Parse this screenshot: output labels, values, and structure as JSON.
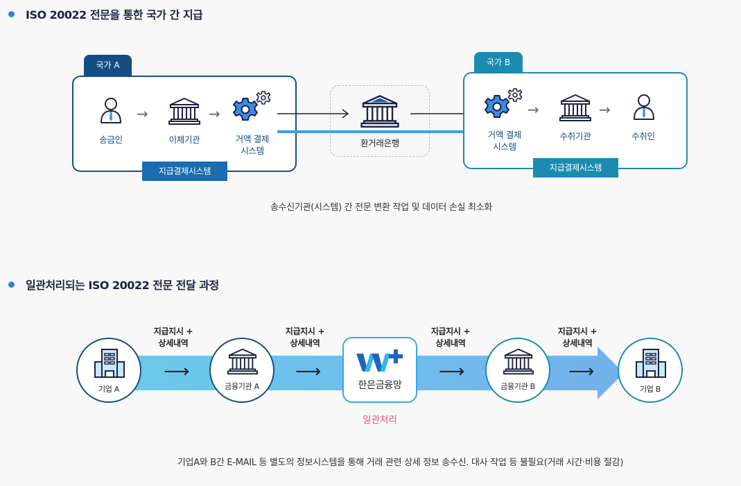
{
  "section1": {
    "title": "ISO 20022 전문을 통한 국가 간 지급",
    "country_a": {
      "tab": "국가 A",
      "nodes": [
        {
          "icon": "person-icon",
          "label": "송금인"
        },
        {
          "icon": "bank-icon",
          "label": "이체기관"
        },
        {
          "icon": "gears-icon",
          "label_line1": "거액 결제",
          "label_line2": "시스템"
        }
      ],
      "system_label": "지급결제시스템"
    },
    "middle": {
      "icon": "bank-icon",
      "label": "환거래은행"
    },
    "country_b": {
      "tab": "국가 B",
      "nodes": [
        {
          "icon": "gears-icon",
          "label_line1": "거액 결제",
          "label_line2": "시스템"
        },
        {
          "icon": "bank-icon",
          "label": "수취기관"
        },
        {
          "icon": "person-icon",
          "label": "수취인"
        }
      ],
      "system_label": "지급결제시스템"
    },
    "caption": "송수신기관(시스템) 간 전문 변환 작업 및 데이터 손실 최소화"
  },
  "section2": {
    "title": "일관처리되는 ISO 20022 전문 전달 과정",
    "nodes": [
      {
        "icon": "building-icon",
        "label": "기업 A"
      },
      {
        "icon": "bank-icon",
        "label": "금융기관 A"
      },
      {
        "icon": "w-plus-logo",
        "label": "한은금융망"
      },
      {
        "icon": "bank-icon",
        "label": "금융기관 B"
      },
      {
        "icon": "building-icon",
        "label": "기업 B"
      }
    ],
    "flow_labels": [
      {
        "line1": "지급지시 +",
        "line2": "상세내역"
      },
      {
        "line1": "지급지시 +",
        "line2": "상세내역"
      },
      {
        "line1": "지급지시 +",
        "line2": "상세내역"
      },
      {
        "line1": "지급지시 +",
        "line2": "상세내역"
      }
    ],
    "batch_label": "일관처리",
    "caption": "기업A와 B간 E-MAIL 등 별도의 정보시스템을 통해 거래 관련 상세 정보 송수신. 대사 작업 등 불필요(거래 시간·비용 절감)"
  },
  "colors": {
    "navy": "#124e84",
    "teal": "#1b8bb0",
    "accent_blue": "#3b9ff0",
    "pink": "#ef4b86",
    "flow_light": "#69cbeb",
    "flow_dark": "#6db3ea"
  }
}
